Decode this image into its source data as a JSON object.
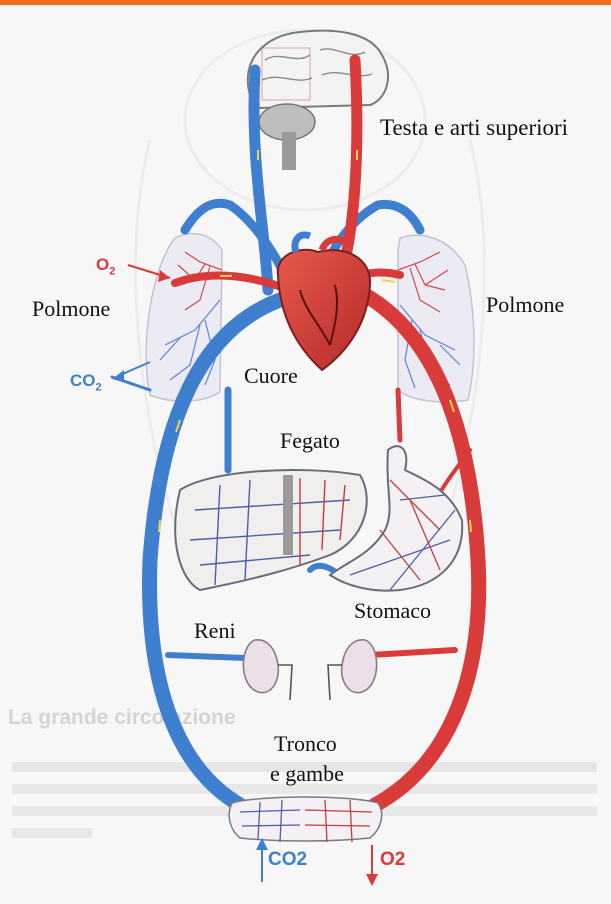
{
  "colors": {
    "oxygenated": "#d93a3a",
    "deoxygenated": "#3f7fcf",
    "accent_bar": "#f26b1d"
  },
  "labels": {
    "head": "Testa e arti superiori",
    "lung_left": "Polmone",
    "lung_right": "Polmone",
    "heart": "Cuore",
    "liver": "Fegato",
    "stomach": "Stomaco",
    "kidneys": "Reni",
    "trunk_line1": "Tronco",
    "trunk_line2": "e gambe"
  },
  "gas": {
    "o2_lungs": "O",
    "o2_lungs_sub": "2",
    "co2_lungs": "CO",
    "co2_lungs_sub": "2",
    "co2_bottom": "CO2",
    "o2_bottom": "O2"
  },
  "background_text": {
    "heading": "La grande circolazione"
  },
  "icons": [
    "heart-icon",
    "brain-icon",
    "kidney-icon",
    "lung-icon"
  ]
}
